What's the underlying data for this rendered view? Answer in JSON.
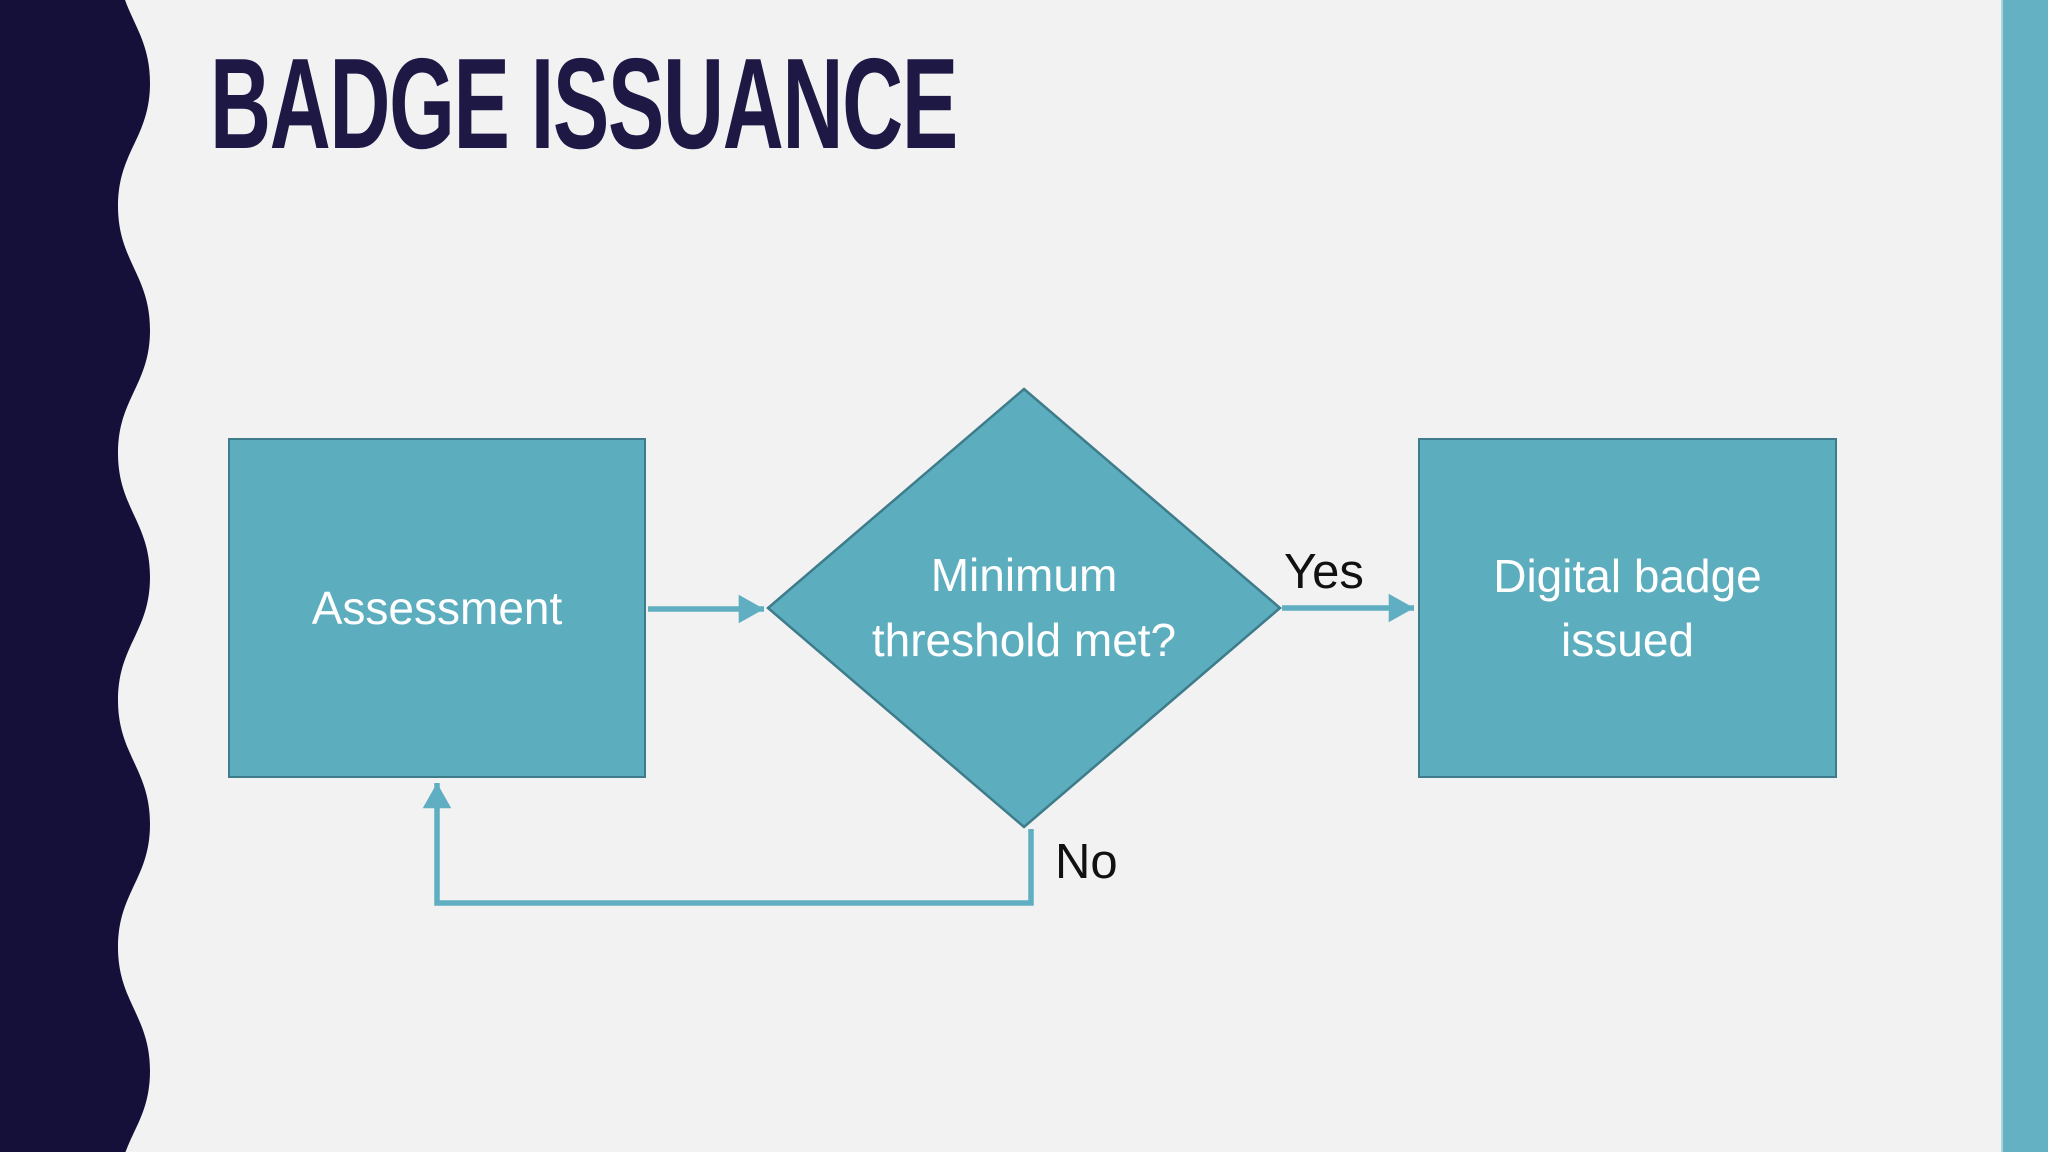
{
  "slide": {
    "title": "BADGE ISSUANCE",
    "colors": {
      "background": "#F2F2F3",
      "sidebar_navy": "#15103A",
      "title_navy": "#1E1845",
      "shape_fill": "#5CADBE",
      "shape_border": "#3E7C8B",
      "arrow": "#5FAEC1",
      "right_stripe": "#64B1C4",
      "node_text": "#FFFFFF",
      "edge_label_text": "#111111"
    }
  },
  "flowchart": {
    "nodes": [
      {
        "id": "assessment",
        "shape": "rectangle",
        "label": "Assessment"
      },
      {
        "id": "decision",
        "shape": "diamond",
        "label": "Minimum threshold met?"
      },
      {
        "id": "issued",
        "shape": "rectangle",
        "label": "Digital badge issued"
      }
    ],
    "edges": [
      {
        "from": "assessment",
        "to": "decision",
        "label": ""
      },
      {
        "from": "decision",
        "to": "issued",
        "label": "Yes"
      },
      {
        "from": "decision",
        "to": "assessment",
        "label": "No"
      }
    ]
  }
}
